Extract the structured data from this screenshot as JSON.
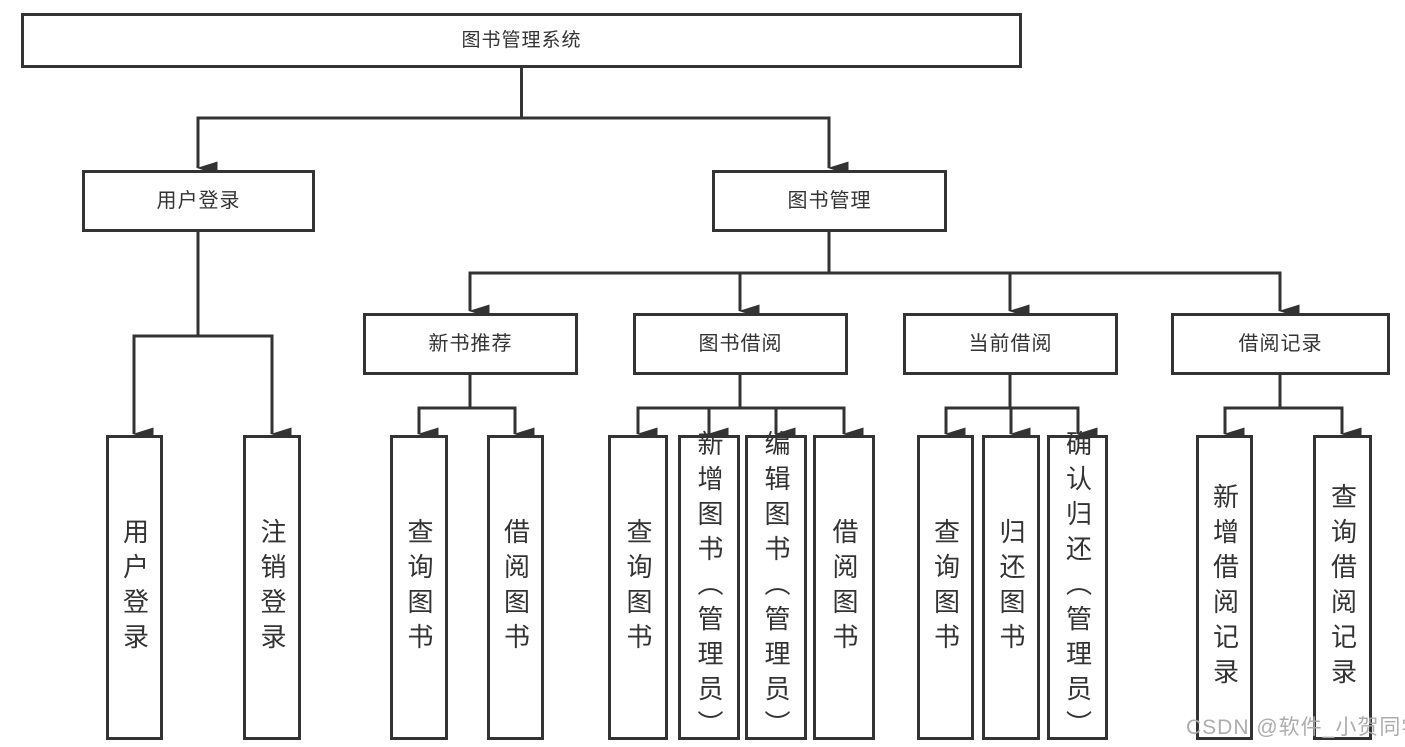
{
  "diagram": {
    "type": "hierarchy-diagram",
    "title": "图书管理系统",
    "colors": {
      "line": "#333333",
      "text": "#333333",
      "box_background": "#ffffff",
      "background": "#ffffff",
      "watermark": "#a9a9a9"
    },
    "tree": {
      "root": "图书管理系统",
      "children": [
        {
          "label": "用户登录",
          "children": [
            "用户登录",
            "注销登录"
          ]
        },
        {
          "label": "图书管理",
          "children": [
            {
              "label": "新书推荐",
              "children": [
                "查询图书",
                "借阅图书"
              ]
            },
            {
              "label": "图书借阅",
              "children": [
                "查询图书",
                "新增图书（管理员）",
                "编辑图书（管理员）",
                "借阅图书"
              ]
            },
            {
              "label": "当前借阅",
              "children": [
                "查询图书",
                "归还图书",
                "确认归还（管理员）"
              ]
            },
            {
              "label": "借阅记录",
              "children": [
                "新增借阅记录",
                "查询借阅记录"
              ]
            }
          ]
        }
      ]
    },
    "watermark": "CSDN @软件_小贺同学"
  }
}
